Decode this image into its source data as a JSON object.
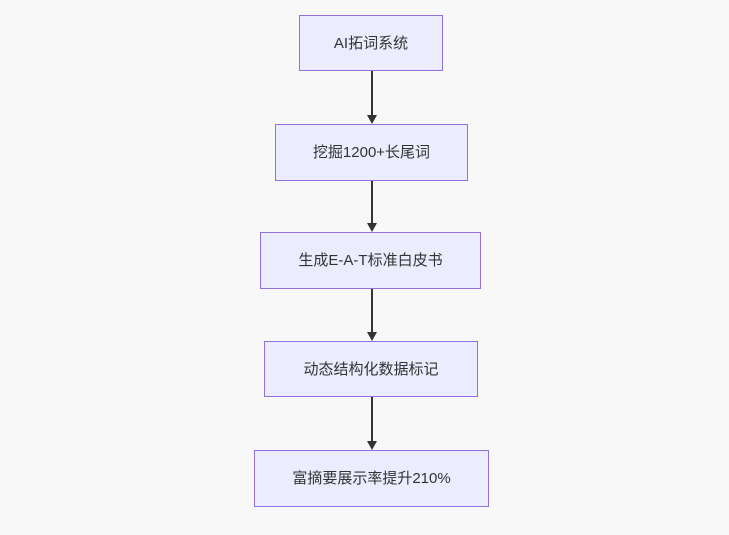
{
  "diagram": {
    "type": "flowchart",
    "direction": "top-down",
    "nodes": [
      {
        "id": "n1",
        "label": "AI拓词系统"
      },
      {
        "id": "n2",
        "label": "挖掘1200+长尾词"
      },
      {
        "id": "n3",
        "label": "生成E-A-T标准白皮书"
      },
      {
        "id": "n4",
        "label": "动态结构化数据标记"
      },
      {
        "id": "n5",
        "label": "富摘要展示率提升210%"
      }
    ],
    "edges": [
      {
        "from": "n1",
        "to": "n2",
        "arrow": "down"
      },
      {
        "from": "n2",
        "to": "n3",
        "arrow": "down"
      },
      {
        "from": "n3",
        "to": "n4",
        "arrow": "down"
      },
      {
        "from": "n4",
        "to": "n5",
        "arrow": "down"
      }
    ],
    "colors": {
      "background": "#f8f8f8",
      "node_fill": "#ececff",
      "node_border": "#9370db",
      "arrow": "#333333",
      "text": "#333333"
    }
  }
}
